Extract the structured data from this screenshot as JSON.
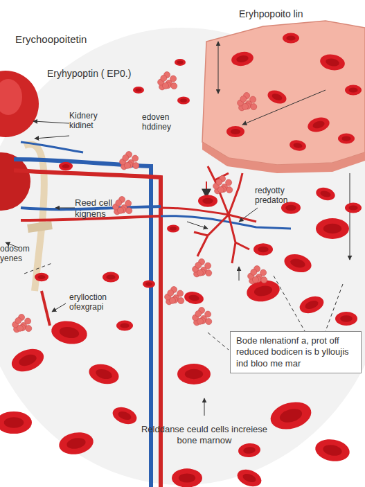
{
  "diagram": {
    "title": "Erychoopoitetin",
    "nodes": [
      {
        "text": [
          "Bode nlenationf a, prot off reduced bodicen is b ylloujis ind bloo me mar"
        ]
      }
    ],
    "labels": [
      "Eryhpopoito lin",
      "Eryhypoptin ( EP0.)",
      "Kidnery kidinet",
      "edoven hddiney",
      "Reed cell kignens",
      "redyotty predaton",
      "odosom yenes",
      "erylloction ofexgrapi",
      "Relddanse ceuld cells increiese bone marnow"
    ]
  }
}
